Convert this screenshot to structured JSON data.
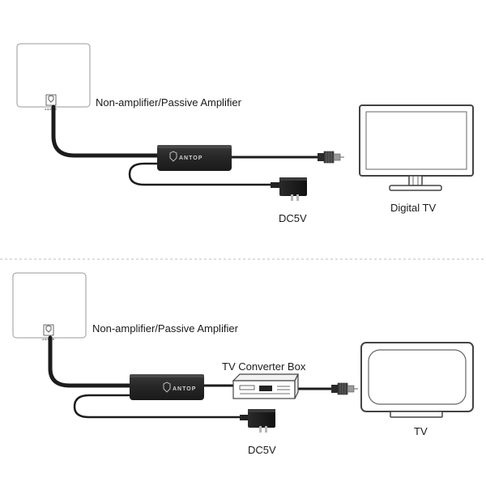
{
  "diagram1": {
    "antenna_label": "Non-amplifier/Passive Amplifier",
    "power_label": "DC5V",
    "tv_label": "Digital TV",
    "amplifier_brand": "ANTOP",
    "antenna_brand": "ANTOP"
  },
  "diagram2": {
    "antenna_label": "Non-amplifier/Passive Amplifier",
    "converter_label": "TV Converter Box",
    "power_label": "DC5V",
    "tv_label": "TV",
    "amplifier_brand": "ANTOP",
    "antenna_brand": "ANTOP"
  },
  "colors": {
    "cable": "#1c1c1c",
    "amplifier_body": "#2b2b2b",
    "outline": "#555555",
    "divider": "#bdbdbd"
  }
}
